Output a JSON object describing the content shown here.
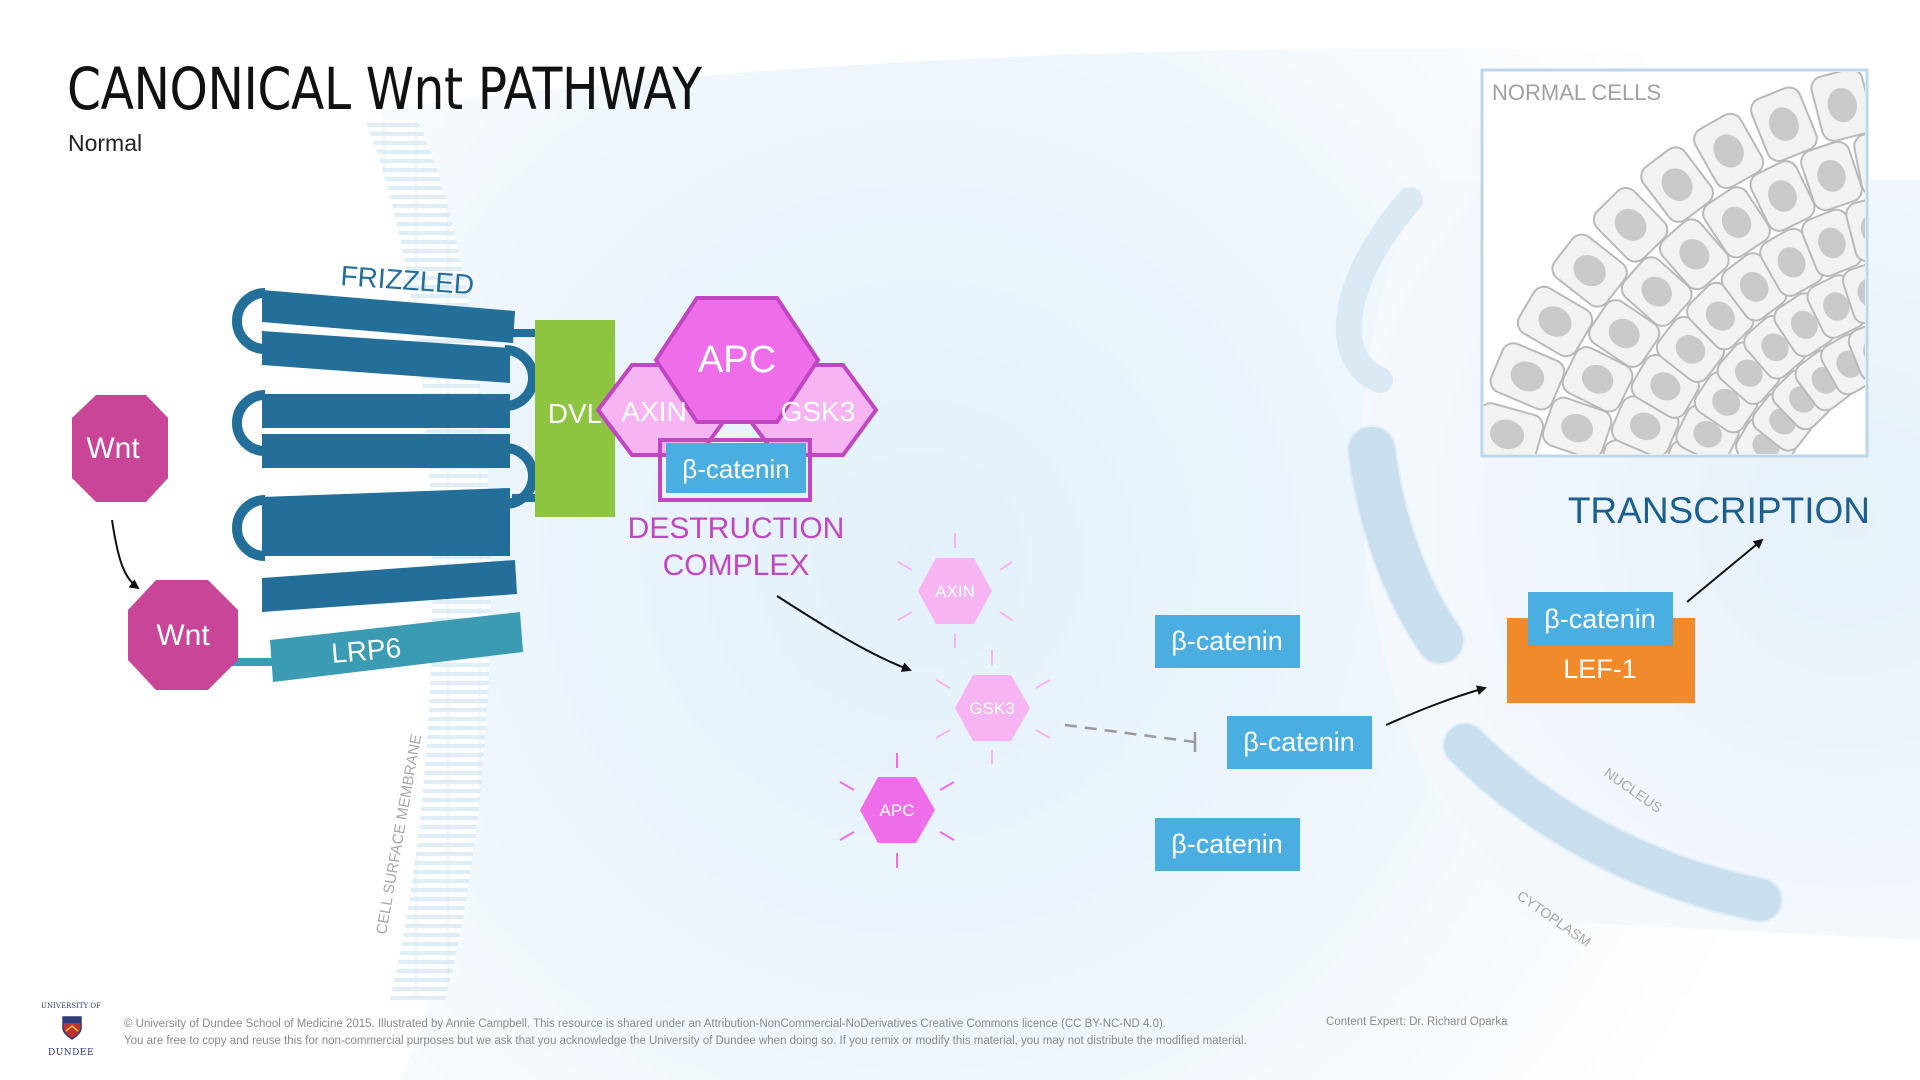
{
  "title": "CANONICAL Wnt PATHWAY",
  "subtitle": "Normal",
  "labels": {
    "frizzled": "FRIZZLED",
    "lrp6": "LRP6",
    "dvl": "DVL",
    "wnt_free": "Wnt",
    "wnt_bound": "Wnt",
    "apc": "APC",
    "axin": "AXIN",
    "gsk3": "GSK3",
    "complex_beta": "β-catenin",
    "destruction_line1": "DESTRUCTION",
    "destruction_line2": "COMPLEX",
    "free_axin": "AXIN",
    "free_gsk3": "GSK3",
    "free_apc": "APC",
    "beta1": "β-catenin",
    "beta2": "β-catenin",
    "beta3": "β-catenin",
    "beta_nuclear": "β-catenin",
    "lef1": "LEF-1",
    "transcription": "TRANSCRIPTION",
    "membrane": "CELL SURFACE MEMBRANE",
    "nucleus": "NUCLEUS",
    "cytoplasm": "CYTOPLASM",
    "inset_title": "NORMAL CELLS"
  },
  "colors": {
    "frizzled": "#236f99",
    "lrp6": "#3b9bb3",
    "dvl": "#8dc540",
    "wnt": "#c94597",
    "apc": "#ee6eea",
    "axin_gsk3": "#f6b5f2",
    "destruction_text": "#c146c1",
    "beta_catenin": "#4aaee0",
    "lef1": "#f18a2a",
    "transcription": "#1c5f8e"
  },
  "footer": {
    "line1": "© University of Dundee School of Medicine 2015. Illustrated by Annie Campbell. This resource is shared under an Attribution-NonCommercial-NoDerivatives Creative Commons licence (CC BY-NC-ND 4.0).",
    "line2": "You are free to copy and reuse this for non-commercial purposes but we ask that you acknowledge the University of Dundee when doing so. If you remix or modify this material, you may not distribute the modified material.",
    "expert": "Content Expert: Dr. Richard Oparka",
    "logo_top": "UNIVERSITY OF",
    "logo_bottom": "DUNDEE"
  }
}
